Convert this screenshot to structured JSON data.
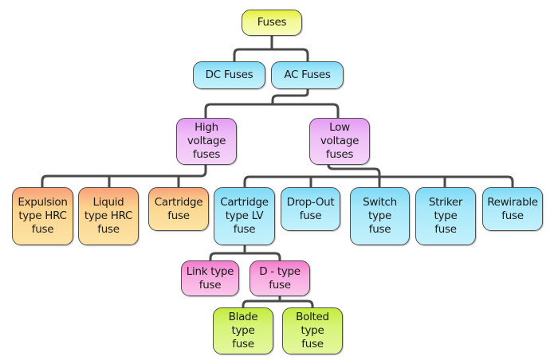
{
  "diagram": {
    "type": "tree",
    "title": "Fuses",
    "colors": {
      "root": "#e4f03a",
      "level1": "#a7e8fa",
      "voltage": "#efbcf7",
      "high_voltage_children": "#fbd48e",
      "low_voltage_children": "#a7e8fa",
      "cartridge_lv_children": "#f8a9df",
      "d_type_children": "#d7f47a",
      "connector": "#4a4a4a"
    },
    "nodes": {
      "fuses": "Fuses",
      "dc_fuses": "DC Fuses",
      "ac_fuses": "AC Fuses",
      "high_voltage": "High\nvoltage\nfuses",
      "low_voltage": "Low\nvoltage\nfuses",
      "expulsion": "Expulsion\ntype HRC\nfuse",
      "liquid": "Liquid\ntype HRC\nfuse",
      "cartridge_hv": "Cartridge\nfuse",
      "cartridge_lv": "Cartridge\ntype LV\nfuse",
      "drop_out": "Drop-Out\nfuse",
      "switch": "Switch\ntype\nfuse",
      "striker": "Striker\ntype\nfuse",
      "rewirable": "Rewirable\nfuse",
      "link": "Link type\nfuse",
      "d_type": "D - type\nfuse",
      "blade": "Blade\ntype\nfuse",
      "bolted": "Bolted\ntype\nfuse"
    },
    "edges": [
      [
        "fuses",
        "dc_fuses"
      ],
      [
        "fuses",
        "ac_fuses"
      ],
      [
        "ac_fuses",
        "high_voltage"
      ],
      [
        "ac_fuses",
        "low_voltage"
      ],
      [
        "high_voltage",
        "expulsion"
      ],
      [
        "high_voltage",
        "liquid"
      ],
      [
        "high_voltage",
        "cartridge_hv"
      ],
      [
        "low_voltage",
        "cartridge_lv"
      ],
      [
        "low_voltage",
        "drop_out"
      ],
      [
        "low_voltage",
        "switch"
      ],
      [
        "low_voltage",
        "striker"
      ],
      [
        "low_voltage",
        "rewirable"
      ],
      [
        "cartridge_lv",
        "link"
      ],
      [
        "cartridge_lv",
        "d_type"
      ],
      [
        "d_type",
        "blade"
      ],
      [
        "d_type",
        "bolted"
      ]
    ]
  }
}
